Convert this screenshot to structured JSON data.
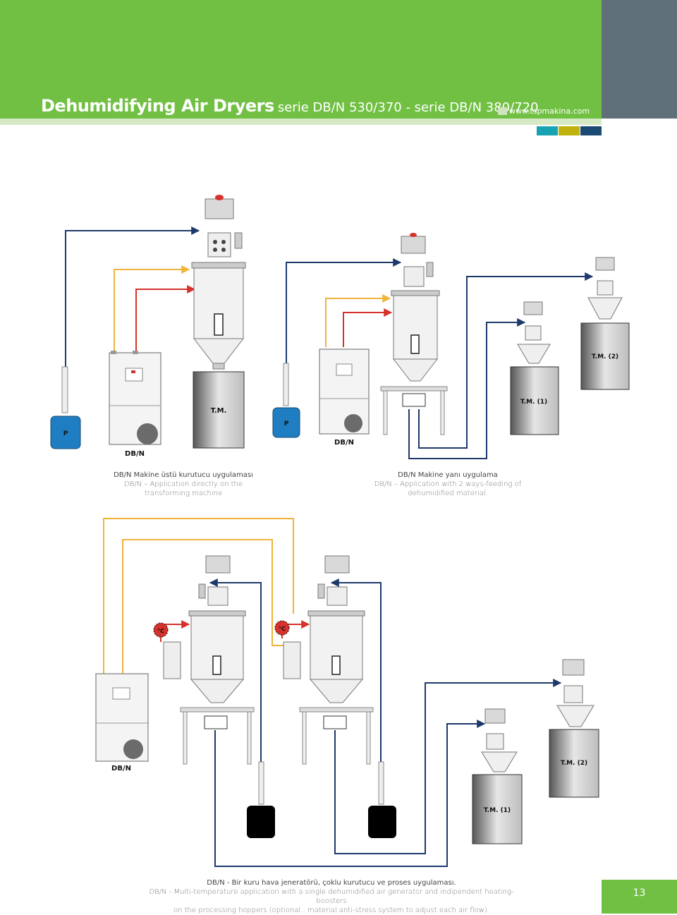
{
  "header": {
    "title_main": "Dehumidifying Air Dryers",
    "title_sub": "serie DB/N 530/370 - serie DB/N 380/720",
    "website": "www.tspmakina.com",
    "colors": {
      "green": "#71c043",
      "gray": "#607079"
    }
  },
  "swatches": [
    "#18a3b5",
    "#bfb20f",
    "#1a4a72"
  ],
  "labels": {
    "dbn": "DB/N",
    "tm": "T.M.",
    "tm1": "T.M. (1)",
    "tm2": "T.M. (2)",
    "p": "P",
    "temp": "°C"
  },
  "captions": {
    "c1": {
      "line1": "DB/N Makine üstü kurutucu uygulaması",
      "line2": "DB/N – Application directly on the",
      "line3": "transforming machine"
    },
    "c2": {
      "line1": "DB/N Makine yanı uygulama",
      "line2": "DB/N – Application with 2 ways-feeding of",
      "line3": "dehumidified material."
    },
    "c3": {
      "line1": "DB/N - Bir kuru hava jeneratörü, çoklu kurutucu ve proses uygulaması.",
      "line2": "DB/N - Multi-temperature application with a single dehumidified air generator and indipendent heating-boosters",
      "line3": "on the processing hoppers (optional : material anti-stress system to adjust each air flow)."
    }
  },
  "page_number": "13"
}
